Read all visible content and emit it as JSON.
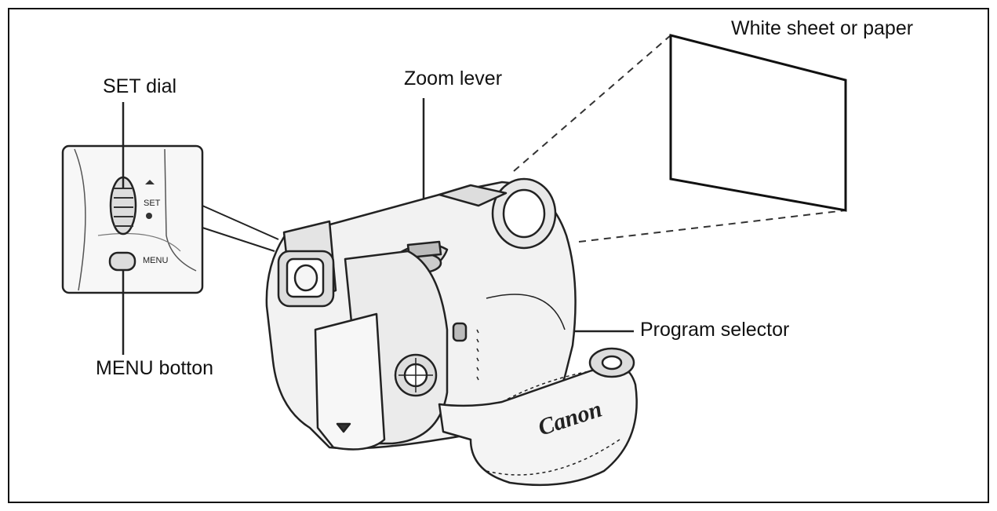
{
  "labels": {
    "white_sheet": "White sheet or paper",
    "set_dial": "SET dial",
    "zoom_lever": "Zoom lever",
    "program_selector": "Program selector",
    "menu_button": "MENU botton"
  },
  "markings": {
    "brand": "Canon",
    "inset_menu": "MENU",
    "inset_set": "SET"
  }
}
